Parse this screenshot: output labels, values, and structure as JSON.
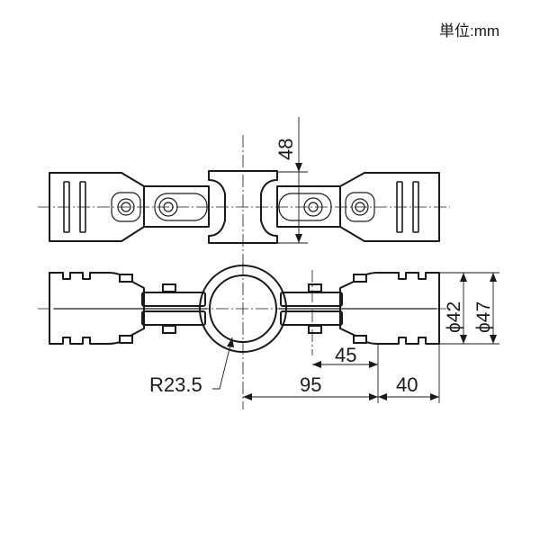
{
  "unit_label": "単位:mm",
  "dimensions": {
    "height_top": "48",
    "radius": "R23.5",
    "length_95": "95",
    "length_40": "40",
    "length_45": "45",
    "dia_42": "ϕ42",
    "dia_47": "ϕ47"
  }
}
